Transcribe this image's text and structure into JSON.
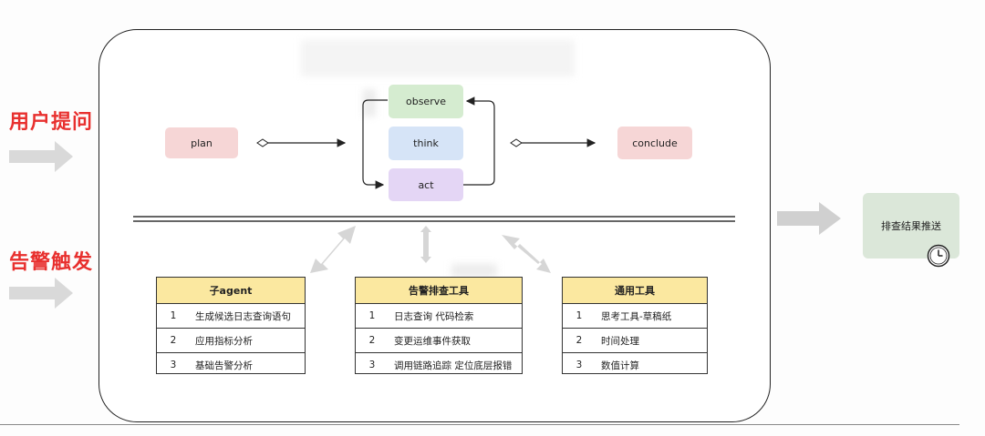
{
  "inputs": {
    "user_question": "用户提问",
    "alert_trigger": "告警触发"
  },
  "loop": {
    "plan": "plan",
    "observe": "observe",
    "think": "think",
    "act": "act",
    "conclude": "conclude"
  },
  "tables": [
    {
      "header": "子agent",
      "rows": [
        {
          "num": "1",
          "text": "生成候选日志查询语句"
        },
        {
          "num": "2",
          "text": "应用指标分析"
        },
        {
          "num": "3",
          "text": "基础告警分析"
        }
      ]
    },
    {
      "header": "告警排查工具",
      "rows": [
        {
          "num": "1",
          "text": "日志查询 代码检索"
        },
        {
          "num": "2",
          "text": "变更运维事件获取"
        },
        {
          "num": "3",
          "text": "调用链路追踪 定位底层报错"
        }
      ]
    },
    {
      "header": "通用工具",
      "rows": [
        {
          "num": "1",
          "text": "思考工具-草稿纸"
        },
        {
          "num": "2",
          "text": "时间处理"
        },
        {
          "num": "3",
          "text": "数值计算"
        }
      ]
    }
  ],
  "output": {
    "label": "排查结果推送",
    "icon": "clock-icon"
  },
  "colors": {
    "plan_fill": "#f6d6d6",
    "conclude_fill": "#f6d6d6",
    "observe_fill": "#d5ecd0",
    "think_fill": "#d6e4f7",
    "act_fill": "#e4d6f5",
    "table_header": "#fbe8a0",
    "result_fill": "#dbe7d9",
    "label_red": "#e8302e"
  }
}
